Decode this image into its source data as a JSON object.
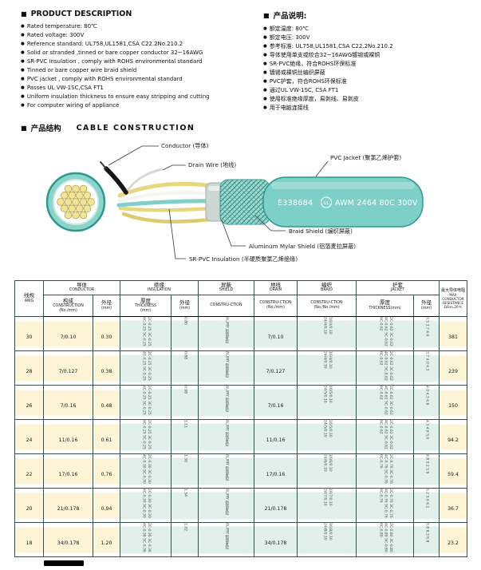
{
  "ui": {
    "bullet": "●",
    "square": "■"
  },
  "colors": {
    "teal": "#7fd0c8",
    "row_yellow": "#fcf4d4",
    "row_cyan": "#e1f0ea"
  },
  "product_description": {
    "title": "PRODUCT DESCRIPTION",
    "items": [
      "Rated temperature: 80℃",
      "Rated voltage: 300V",
      "Reference standard: UL758,UL1581,CSA C22.2No.210.2",
      "Solid or stranded ,tinned or bare copper conductor 32~16AWG",
      "SR-PVC insulation , comply with ROHS environmental standard",
      "Tinned or bare copper wire braid shield",
      "PVC jacket , comply with ROHS environmental standard",
      "Passes UL VW-1SC,CSA FT1",
      "Uniform insulation thickness to ensure easy stripping and cutting",
      "For computer wiring of appliance"
    ]
  },
  "product_notes_cn": {
    "title": "产品说明:",
    "items": [
      "额定温度: 80℃",
      "额定电压: 300V",
      "参考标准: UL758,UL1581,CSA C22.2No.210.2",
      "导体使用单支或绞合32~16AWG镀锡或裸铜",
      "SR-PVC绝缘，符合ROHS环保标准",
      "镀锡或裸铜丝编织屏蔽",
      "PVC护套，符合ROHS环保标准",
      "通过UL VW-1SC, CSA FT1",
      "使用标准绝缘厚度，易剥线、易剥皮",
      "用于电脑连接线"
    ]
  },
  "construction": {
    "title_cn": "产品结构",
    "title_en": "CABLE CONSTRUCTION",
    "labels": {
      "conductor": "Conductor (导体)",
      "drain_wire": "Drain Wire (地线)",
      "pvc_jacket": "PVC Jacket (聚氯乙烯护套)",
      "braid_shield": "Braid Shield (编织屏蔽)",
      "aluminum_mylar_shield": "Aluminum Mylar Shield (铝箔麦拉屏蔽)",
      "sr_pvc_insulation": "SR-PVC Insulation (半硬质聚氯乙烯绝缘)"
    },
    "print": {
      "file_no": "E338684",
      "ul": "UL",
      "spec": "AWM 2464 80C 300V"
    }
  },
  "table": {
    "groups": {
      "awg": {
        "cn": "线规",
        "en": "AWG"
      },
      "conductor": {
        "cn": "导体",
        "en": "CONDUCTOR"
      },
      "insulation": {
        "cn": "绝缘",
        "en": "INSULATION"
      },
      "shield": {
        "cn": "屏蔽",
        "en": "SHIELD"
      },
      "drain": {
        "cn": "地线",
        "en": "DRAIN"
      },
      "braid": {
        "cn": "编织",
        "en": "BRAID"
      },
      "jacket": {
        "cn": "护套",
        "en": "JACKET"
      },
      "resistance": {
        "cn": "最大导体电阻",
        "en": "MAX CONDUCTOR RESISTANCE",
        "unit": "Ω/km.20℃"
      }
    },
    "subheads": {
      "cond_construction": {
        "cn": "构成",
        "en": "CONSTRUCTION",
        "unit": "(No./mm)"
      },
      "cond_od": {
        "cn": "外径",
        "en": "",
        "unit": "(mm)"
      },
      "ins_thickness": {
        "cn": "厚度",
        "en": "THICKNESS",
        "unit": "(mm)"
      },
      "ins_od": {
        "cn": "外径",
        "en": "",
        "unit": "(mm)"
      },
      "shield_construction": {
        "cn": "",
        "en": "CONSTRU-CTION",
        "unit": ""
      },
      "drain_construction": {
        "cn": "",
        "en": "CONSTRU-CTION",
        "unit": "(No./mm)"
      },
      "braid_construction": {
        "cn": "",
        "en": "CONSTRU-CTION",
        "unit": "(No./No./mm)"
      },
      "jkt_thickness": {
        "cn": "厚度",
        "en": "THICKNESS(mm)",
        "unit": ""
      },
      "jkt_od": {
        "cn": "外径",
        "en": "",
        "unit": "(mm)"
      }
    },
    "rows": [
      {
        "awg": "30",
        "cond_c": "7/0.10",
        "cond_od": "0.30",
        "ins_th": "2C-0.25 3C-0.25 4C-0.25 5C-0.25",
        "ins_od": "0.80",
        "shield": "AL/MY 铝箔麦拉",
        "drain": "7/0.10",
        "braid": "16/4/0.10 24/4/0.10",
        "jkt_th": "2C-0.62 3C-0.62 4C-0.62 5C-0.62 6C-0.62",
        "jkt_od": "3.5 3.7 4.0",
        "res": "381"
      },
      {
        "awg": "28",
        "cond_c": "7/0.127",
        "cond_od": "0.38",
        "ins_th": "2C-0.25 3C-0.25 4C-0.25 5C-0.25",
        "ins_od": "0.88",
        "shield": "AL/MY 铝箔麦拉",
        "drain": "7/0.127",
        "braid": "16/4/0.10 24/4/0.10",
        "jkt_th": "2C-0.62 3C-0.62 4C-0.62 5C-0.62 6C-0.62",
        "jkt_od": "3.7 4.0 4.3",
        "res": "239"
      },
      {
        "awg": "26",
        "cond_c": "7/0.16",
        "cond_od": "0.48",
        "ins_th": "2C-0.25 3C-0.25 4C-0.25 5C-0.25",
        "ins_od": "0.98",
        "shield": "AL/MY 铝箔麦拉",
        "drain": "7/0.16",
        "braid": "16/5/0.10 24/5/0.10",
        "jkt_th": "2C-0.62 3C-0.62 4C-0.62 5C-0.62 6C-0.62",
        "jkt_od": "4.0 4.3 4.6",
        "res": "150"
      },
      {
        "awg": "24",
        "cond_c": "11/0.16",
        "cond_od": "0.61",
        "ins_th": "2C-0.25 3C-0.25 4C-0.25 5C-0.25",
        "ins_od": "1.11",
        "shield": "AL/MY 铝箔麦拉",
        "drain": "11/0.16",
        "braid": "16/5/0.10 24/5/0.10",
        "jkt_th": "2C-0.62 3C-0.62 4C-0.62 5C-0.62 6C-0.62",
        "jkt_od": "4.3 4.6 5.0",
        "res": "94.2"
      },
      {
        "awg": "22",
        "cond_c": "17/0.16",
        "cond_od": "0.76",
        "ins_th": "2C-0.30 3C-0.30 4C-0.30 5C-0.30",
        "ins_od": "1.36",
        "shield": "AL/MY 铝箔麦拉",
        "drain": "17/0.16",
        "braid": "16/6/0.10 24/6/0.10",
        "jkt_th": "2C-0.76 3C-0.76 4C-0.76 5C-0.76 6C-0.76",
        "jkt_od": "4.8 5.2 5.6",
        "res": "59.4"
      },
      {
        "awg": "20",
        "cond_c": "21/0.178",
        "cond_od": "0.94",
        "ins_th": "2C-0.30 3C-0.30 4C-0.30 5C-0.30",
        "ins_od": "1.54",
        "shield": "AL/MY 铝箔麦拉",
        "drain": "21/0.178",
        "braid": "16/7/0.10 24/7/0.10",
        "jkt_th": "2C-0.76 3C-0.76 4C-0.76 5C-0.76 6C-0.76",
        "jkt_od": "5.2 5.6 6.1",
        "res": "36.7"
      },
      {
        "awg": "18",
        "cond_c": "34/0.178",
        "cond_od": "1.20",
        "ins_th": "2C-0.36 3C-0.36 4C-0.36 5C-0.36",
        "ins_od": "1.92",
        "shield": "AL/MY 铝箔麦拉",
        "drain": "34/0.178",
        "braid": "16/8/0.10 24/8/0.10",
        "jkt_th": "2C-0.80 3C-0.80 4C-0.80 5C-0.80 6C-0.80",
        "jkt_od": "5.8 6.3 6.8",
        "res": "23.2"
      }
    ]
  }
}
